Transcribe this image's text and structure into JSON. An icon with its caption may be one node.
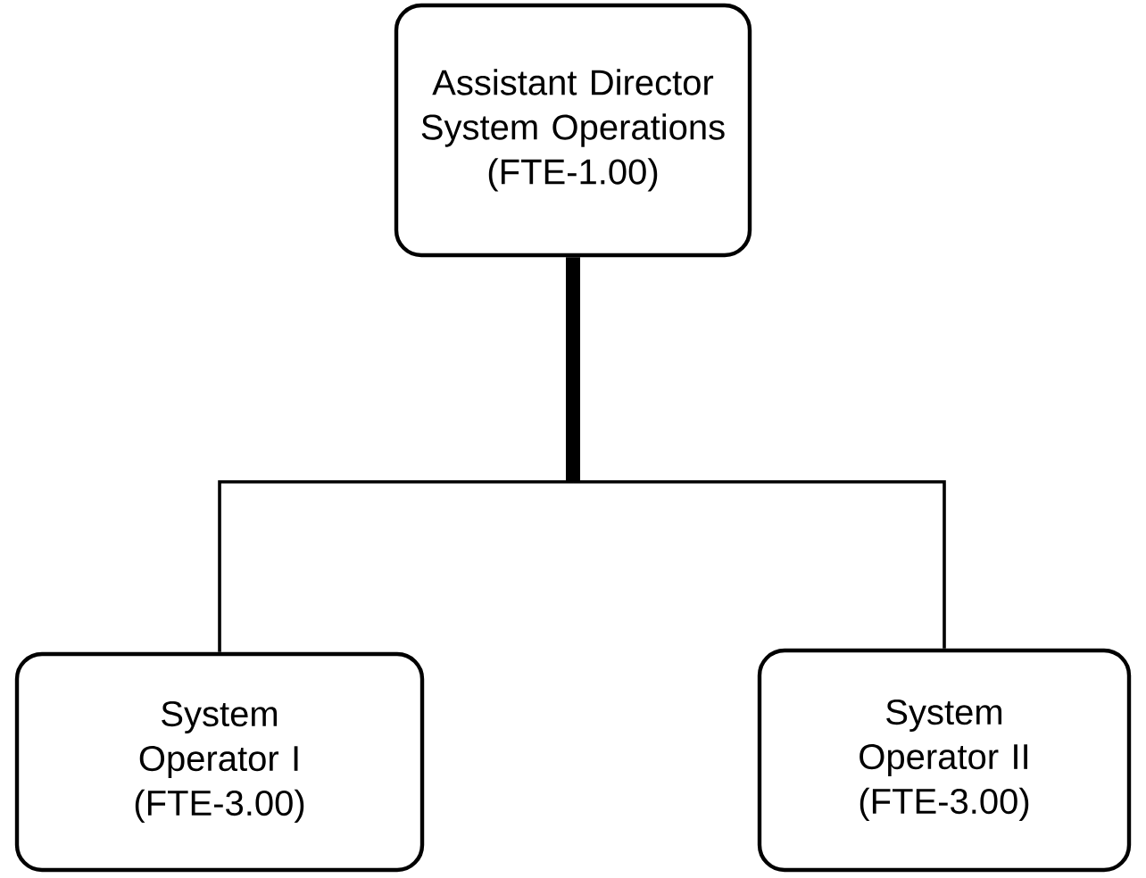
{
  "diagram": {
    "nodes": [
      {
        "text": [
          "Assistant Director System Operations",
          "(FTE-1.00)"
        ]
      },
      {
        "text": [
          "System Operator I",
          "(FTE-3.00)"
        ]
      },
      {
        "text": [
          "System Operator II",
          "(FTE-3.00)"
        ]
      }
    ],
    "edges": [
      {
        "from": 0,
        "to": 1,
        "arrow": "none"
      },
      {
        "from": 0,
        "to": 2,
        "arrow": "none"
      }
    ]
  }
}
